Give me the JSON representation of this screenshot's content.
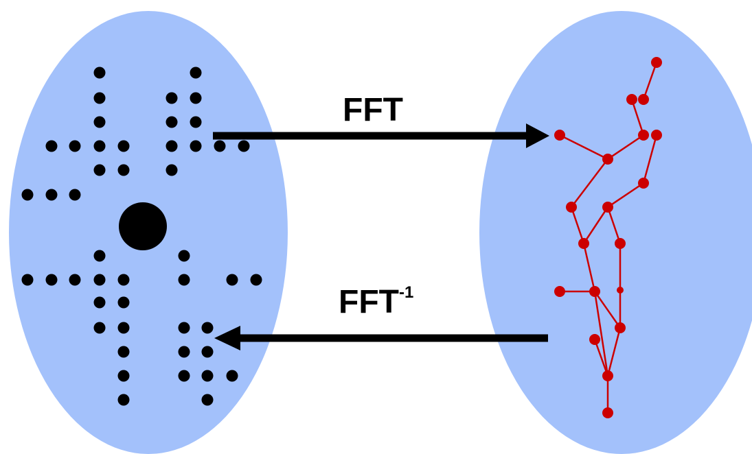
{
  "colors": {
    "ellipse_fill": "#a3c1fb",
    "dot": "#000000",
    "path": "#cc0000",
    "arrow": "#000000"
  },
  "labels": {
    "forward": "FFT",
    "inverse_base": "FFT",
    "inverse_exponent": "-1"
  }
}
